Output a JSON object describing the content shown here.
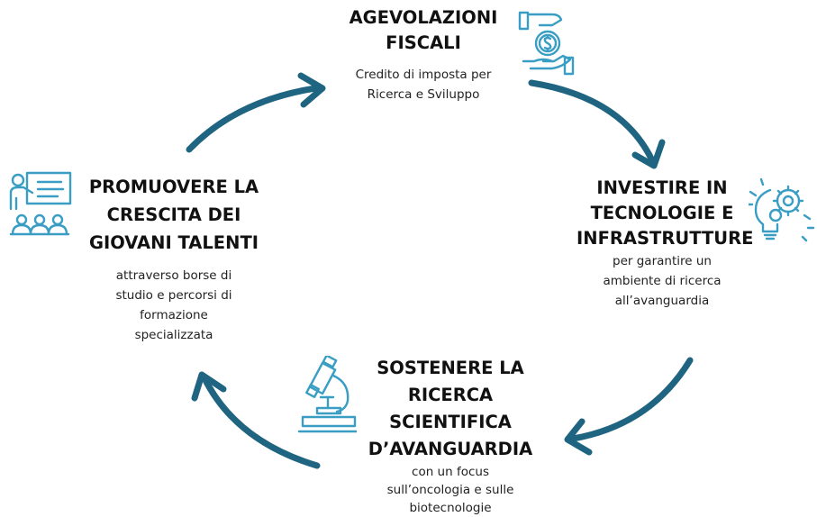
{
  "colors": {
    "arrow": "#1f6480",
    "icon": "#3a9ec4",
    "text": "#111111"
  },
  "nodes": [
    {
      "id": "agevolazioni",
      "icon": "hand-money-icon",
      "title_lines": [
        "AGEVOLAZIONI",
        "FISCALI"
      ],
      "desc_lines": [
        "Credito di imposta per",
        "Ricerca e Sviluppo"
      ]
    },
    {
      "id": "investire",
      "icon": "lightbulb-gear-icon",
      "title_lines": [
        "INVESTIRE IN",
        "TECNOLOGIE E",
        "INFRASTRUTTURE"
      ],
      "desc_lines": [
        "per garantire un",
        "ambiente di ricerca",
        "all’avanguardia"
      ]
    },
    {
      "id": "sostenere",
      "icon": "microscope-icon",
      "title_lines": [
        "SOSTENERE LA",
        "RICERCA",
        "SCIENTIFICA",
        "D’AVANGUARDIA"
      ],
      "desc_lines": [
        "con un focus",
        "sull’oncologia e sulle",
        "biotecnologie"
      ]
    },
    {
      "id": "promuovere",
      "icon": "teacher-class-icon",
      "title_lines": [
        "PROMUOVERE LA",
        "CRESCITA DEI",
        "GIOVANI TALENTI"
      ],
      "desc_lines": [
        "attraverso borse di",
        "studio e percorsi di",
        "formazione",
        "specializzata"
      ]
    }
  ]
}
